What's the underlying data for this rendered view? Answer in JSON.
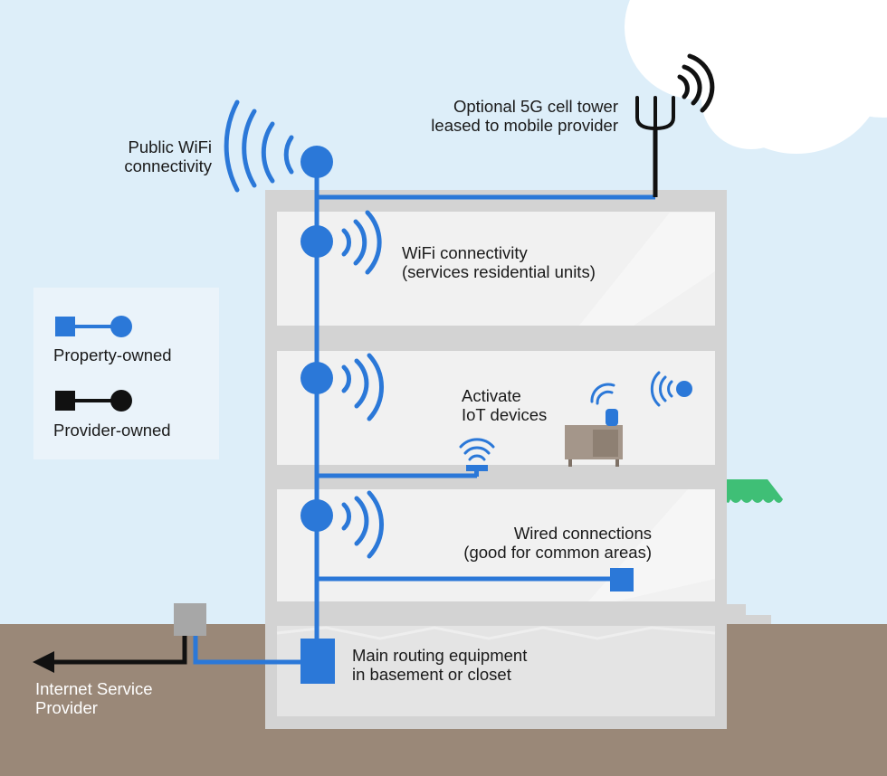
{
  "legend": {
    "property_owned": "Property-owned",
    "provider_owned": "Provider-owned"
  },
  "labels": {
    "public_wifi": [
      "Public WiFi",
      "connectivity"
    ],
    "cell_tower": [
      "Optional 5G cell tower",
      "leased to mobile provider"
    ],
    "wifi_units": [
      "WiFi connectivity",
      "(services residential units)"
    ],
    "iot": [
      "Activate",
      "IoT devices"
    ],
    "wired": [
      "Wired connections",
      "(good for common areas)"
    ],
    "routing": [
      "Main routing equipment",
      "in basement or closet"
    ],
    "isp": [
      "Internet Service",
      "Provider"
    ]
  },
  "colors": {
    "sky": "#ddeef9",
    "ground": "#9a8878",
    "building_frame": "#d3d3d3",
    "floor_panel": "#f1f1f1",
    "network_blue": "#2b78d8",
    "provider_black": "#111111",
    "awning_green": "#3fbf76",
    "furniture": "#a4968a"
  }
}
